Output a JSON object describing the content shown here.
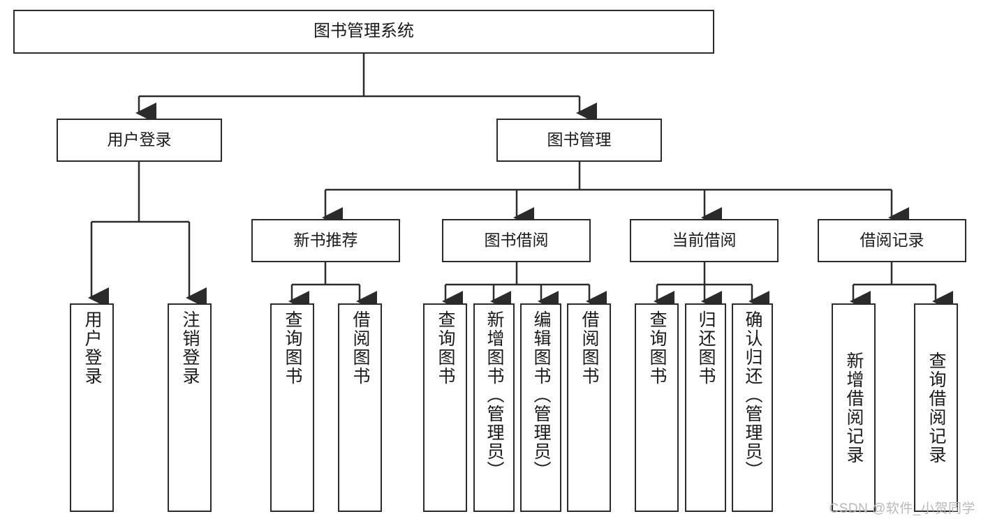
{
  "diagram": {
    "title": "图书管理系统",
    "root": {
      "label": "图书管理系统"
    },
    "level1": [
      {
        "label": "用户登录"
      },
      {
        "label": "图书管理"
      }
    ],
    "level2": [
      {
        "label": "新书推荐"
      },
      {
        "label": "图书借阅"
      },
      {
        "label": "当前借阅"
      },
      {
        "label": "借阅记录"
      }
    ],
    "leaves": {
      "user_login": [
        {
          "label": "用户登录"
        },
        {
          "label": "注销登录"
        }
      ],
      "new_book_recommend": [
        {
          "label": "查询图书"
        },
        {
          "label": "借阅图书"
        }
      ],
      "book_borrow": [
        {
          "label": "查询图书"
        },
        {
          "label": "新增图书（管理员）"
        },
        {
          "label": "编辑图书（管理员）"
        },
        {
          "label": "借阅图书"
        }
      ],
      "current_borrow": [
        {
          "label": "查询图书"
        },
        {
          "label": "归还图书"
        },
        {
          "label": "确认归还（管理员）"
        }
      ],
      "borrow_record": [
        {
          "label": "新增借阅记录"
        },
        {
          "label": "查询借阅记录"
        }
      ]
    }
  },
  "watermark": {
    "text": "CSDN @软件_小贺同学"
  },
  "colors": {
    "border": "#2b2b2b",
    "background": "#ffffff",
    "text": "#1a1a1a",
    "watermark": "#b9b9b9"
  }
}
